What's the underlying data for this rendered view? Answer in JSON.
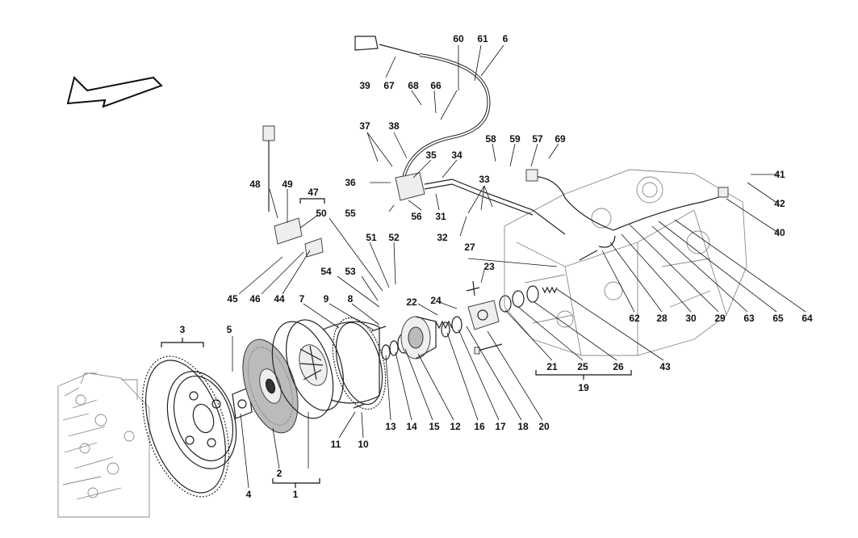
{
  "labels": {
    "l1": "1",
    "l2": "2",
    "l3": "3",
    "l4": "4",
    "l5": "5",
    "l6": "6",
    "l7": "7",
    "l8": "8",
    "l9": "9",
    "l10": "10",
    "l11": "11",
    "l12": "12",
    "l13": "13",
    "l14": "14",
    "l15": "15",
    "l16": "16",
    "l17": "17",
    "l18": "18",
    "l19": "19",
    "l20": "20",
    "l21": "21",
    "l22": "22",
    "l23": "23",
    "l24": "24",
    "l25": "25",
    "l26": "26",
    "l27": "27",
    "l28": "28",
    "l29": "29",
    "l30": "30",
    "l31": "31",
    "l32": "32",
    "l33": "33",
    "l34": "34",
    "l35": "35",
    "l36": "36",
    "l37": "37",
    "l38": "38",
    "l39": "39",
    "l40": "40",
    "l41": "41",
    "l42": "42",
    "l43": "43",
    "l44": "44",
    "l45": "45",
    "l46": "46",
    "l47": "47",
    "l48": "48",
    "l49": "49",
    "l50": "50",
    "l51": "51",
    "l52": "52",
    "l53": "53",
    "l54": "54",
    "l55": "55",
    "l56": "56",
    "l57": "57",
    "l58": "58",
    "l59": "59",
    "l60": "60",
    "l61": "61",
    "l62": "62",
    "l63": "63",
    "l64": "64",
    "l65": "65",
    "l66": "66",
    "l67": "67",
    "l68": "68",
    "l69": "69"
  },
  "icons": {
    "direction": "arrow-icon"
  }
}
